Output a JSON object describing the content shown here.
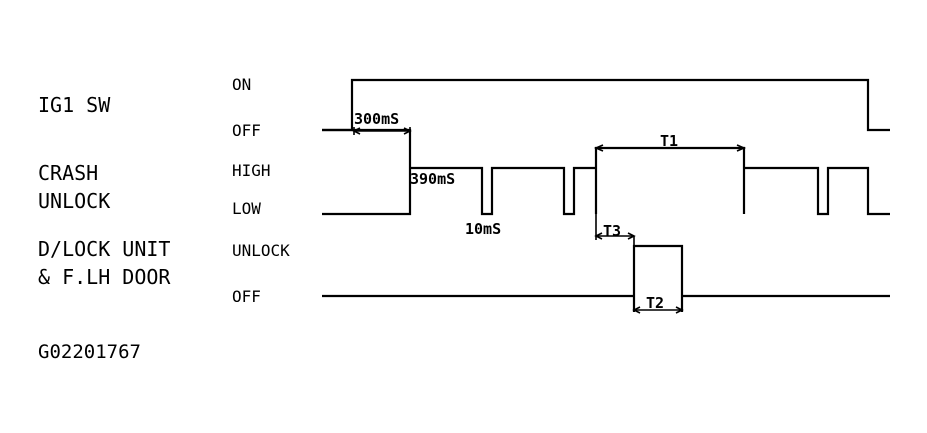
{
  "signals": {
    "ig1": {
      "label": "IG1 SW",
      "level_high": "ON",
      "level_low": "OFF"
    },
    "crash": {
      "label_line1": "CRASH",
      "label_line2": "UNLOCK",
      "level_high": "HIGH",
      "level_low": "LOW"
    },
    "dlock": {
      "label_line1": "D/LOCK UNIT",
      "label_line2": "& F.LH DOOR",
      "level_high": "UNLOCK",
      "level_low": "OFF"
    }
  },
  "timings": {
    "t300": "300mS",
    "t390": "390mS",
    "t10": "10mS",
    "t1": "T1",
    "t2": "T2",
    "t3": "T3"
  },
  "figure_code": "G02201767"
}
